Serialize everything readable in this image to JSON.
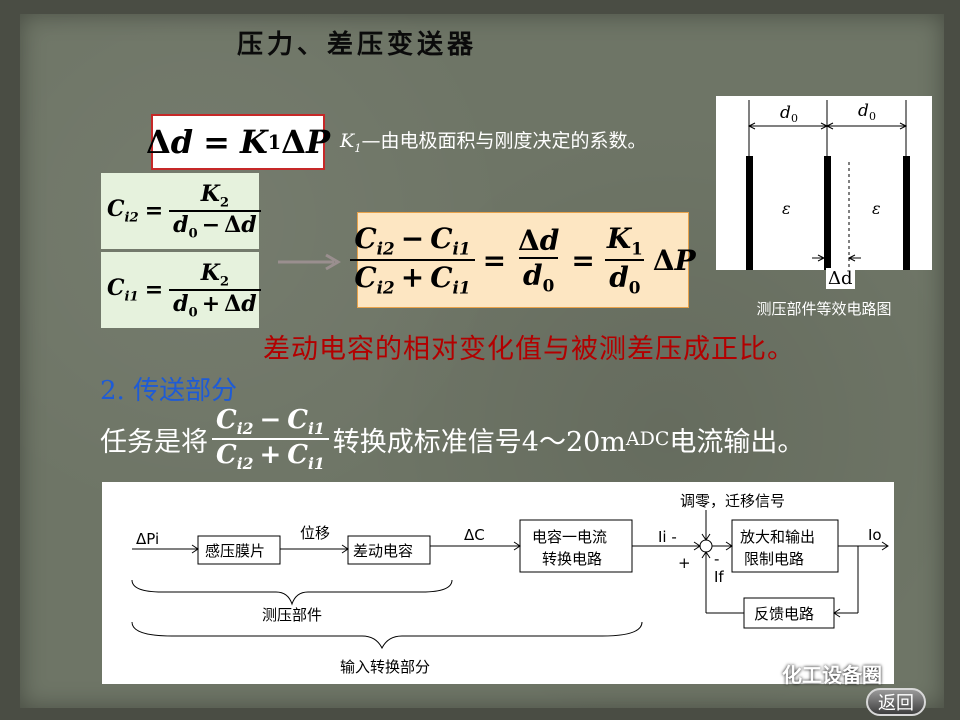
{
  "title": "压力、差压变送器",
  "formula_displacement": {
    "delta": "Δ",
    "d": "d",
    "eq": "=",
    "K": "K",
    "sub1": "1",
    "P": "P"
  },
  "k1_note": {
    "symbol": "K",
    "sub": "1",
    "text": "—由电极面积与刚度决定的系数。"
  },
  "formula_ci2": {
    "C": "C",
    "sub": "i2",
    "eq": "=",
    "num_K": "K",
    "num_sub": "2",
    "den_d": "d",
    "den_sub": "0",
    "den_op": "−",
    "den_delta": "Δ",
    "den_d2": "d"
  },
  "formula_ci1": {
    "C": "C",
    "sub": "i1",
    "eq": "=",
    "num_K": "K",
    "num_sub": "2",
    "den_d": "d",
    "den_sub": "0",
    "den_op": "+",
    "den_delta": "Δ",
    "den_d2": "d"
  },
  "formula_main": {
    "C": "C",
    "i2": "i2",
    "i1": "i1",
    "minus": "−",
    "plus": "+",
    "eq": "=",
    "delta": "Δ",
    "d": "d",
    "d0_sub": "0",
    "K": "K",
    "K_sub": "1",
    "P": "P"
  },
  "capacitor_diagram": {
    "d0_left": "d",
    "d0_left_sub": "0",
    "d0_right": "d",
    "d0_right_sub": "0",
    "eps_left": "ε",
    "eps_right": "ε",
    "delta_d": "Δd",
    "caption": "测压部件等效电路图"
  },
  "conclusion": "差动电容的相对变化值与被测差压成正比。",
  "section_head": "2. 传送部分",
  "task": {
    "prefix": "任务是将",
    "suffix_a": "转换成标准信号4～20m",
    "suffix_unit": "ADC",
    "suffix_b": "电流输出。"
  },
  "block_diagram": {
    "input": "ΔPi",
    "block_sensor": "感压膜片",
    "label_displacement": "位移",
    "block_diff_cap": "差动电容",
    "label_delta_c": "ΔC",
    "block_converter_line1": "电容一电流",
    "block_converter_line2": "转换电路",
    "label_ii": "Ii -",
    "label_plus": "+",
    "label_minus": "-",
    "label_if": "If",
    "label_zero": "调零，迁移信号",
    "block_amp_line1": "放大和输出",
    "block_amp_line2": "限制电路",
    "label_io": "Io",
    "block_feedback": "反馈电路",
    "brace_measure": "测压部件",
    "brace_input": "输入转换部分"
  },
  "watermark": "化工设备圈",
  "back_button": "返回"
}
